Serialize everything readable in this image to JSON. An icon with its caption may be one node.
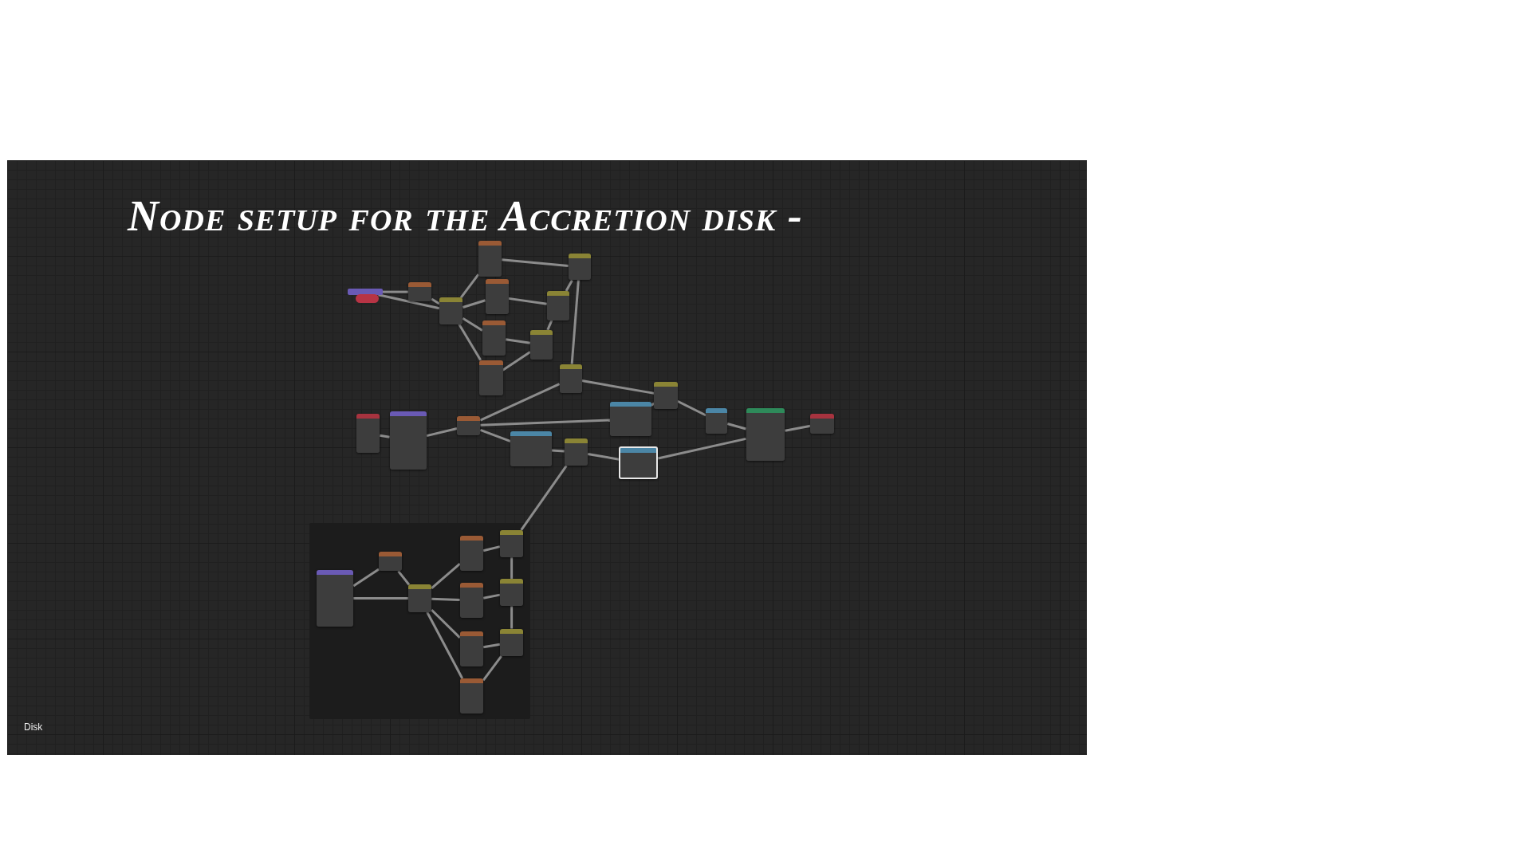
{
  "diagram": {
    "title": "Node setup for the Accretion disk -",
    "nodes": [
      {
        "text": [],
        "shape": "box"
      },
      {
        "text": [],
        "shape": "box"
      },
      {
        "text": [],
        "shape": "box"
      },
      {
        "text": [],
        "shape": "box"
      },
      {
        "text": [],
        "shape": "box"
      },
      {
        "text": [],
        "shape": "box"
      },
      {
        "text": [],
        "shape": "box"
      },
      {
        "text": [],
        "shape": "box"
      },
      {
        "text": [],
        "shape": "box"
      },
      {
        "text": [],
        "shape": "box"
      },
      {
        "text": [],
        "shape": "box"
      },
      {
        "text": [],
        "shape": "box"
      },
      {
        "text": [],
        "shape": "box"
      },
      {
        "text": [],
        "shape": "box"
      },
      {
        "text": [],
        "shape": "box"
      },
      {
        "text": [],
        "shape": "box"
      },
      {
        "text": [],
        "shape": "box"
      },
      {
        "text": [],
        "shape": "box"
      },
      {
        "text": [],
        "shape": "box"
      },
      {
        "text": [],
        "shape": "box"
      },
      {
        "text": [],
        "shape": "box"
      },
      {
        "text": [],
        "shape": "box"
      },
      {
        "text": [],
        "shape": "box"
      },
      {
        "text": [],
        "shape": "box"
      },
      {
        "text": [],
        "shape": "box",
        "in": 23
      },
      {
        "text": [],
        "shape": "box",
        "in": 23
      },
      {
        "text": [],
        "shape": "box",
        "in": 23
      },
      {
        "text": [],
        "shape": "box",
        "in": 23
      },
      {
        "text": [],
        "shape": "box",
        "in": 23
      },
      {
        "text": [],
        "shape": "box",
        "in": 23
      },
      {
        "text": [],
        "shape": "box",
        "in": 23
      },
      {
        "text": [],
        "shape": "box",
        "in": 23
      },
      {
        "text": [],
        "shape": "box",
        "in": 23
      },
      {
        "text": [],
        "shape": "box",
        "in": 23
      }
    ],
    "edges": [
      {
        "from": 0,
        "to": 2,
        "arrow": "none"
      },
      {
        "from": 0,
        "to": 3,
        "arrow": "none"
      },
      {
        "from": 2,
        "to": 3,
        "arrow": "none"
      },
      {
        "from": 3,
        "to": 4,
        "arrow": "none"
      },
      {
        "from": 3,
        "to": 5,
        "arrow": "none"
      },
      {
        "from": 3,
        "to": 6,
        "arrow": "none"
      },
      {
        "from": 3,
        "to": 7,
        "arrow": "none"
      },
      {
        "from": 4,
        "to": 8,
        "arrow": "none"
      },
      {
        "from": 5,
        "to": 9,
        "arrow": "none"
      },
      {
        "from": 6,
        "to": 10,
        "arrow": "none"
      },
      {
        "from": 7,
        "to": 10,
        "arrow": "none"
      },
      {
        "from": 9,
        "to": 8,
        "arrow": "none"
      },
      {
        "from": 10,
        "to": 9,
        "arrow": "none"
      },
      {
        "from": 8,
        "to": 11,
        "arrow": "none"
      },
      {
        "from": 14,
        "to": 11,
        "arrow": "none"
      },
      {
        "from": 11,
        "to": 16,
        "arrow": "none"
      },
      {
        "from": 12,
        "to": 13,
        "arrow": "none"
      },
      {
        "from": 13,
        "to": 14,
        "arrow": "none"
      },
      {
        "from": 14,
        "to": 15,
        "arrow": "none"
      },
      {
        "from": 14,
        "to": 17,
        "arrow": "none"
      },
      {
        "from": 15,
        "to": 16,
        "arrow": "none"
      },
      {
        "from": 17,
        "to": 18,
        "arrow": "none"
      },
      {
        "from": 31,
        "to": 18,
        "arrow": "none"
      },
      {
        "from": 18,
        "to": 19,
        "arrow": "none"
      },
      {
        "from": 16,
        "to": 20,
        "arrow": "none"
      },
      {
        "from": 20,
        "to": 21,
        "arrow": "none"
      },
      {
        "from": 19,
        "to": 21,
        "arrow": "none"
      },
      {
        "from": 21,
        "to": 22,
        "arrow": "none"
      },
      {
        "from": 24,
        "to": 25,
        "arrow": "none"
      },
      {
        "from": 24,
        "to": 26,
        "arrow": "none"
      },
      {
        "from": 25,
        "to": 26,
        "arrow": "none"
      },
      {
        "from": 26,
        "to": 27,
        "arrow": "none"
      },
      {
        "from": 26,
        "to": 28,
        "arrow": "none"
      },
      {
        "from": 26,
        "to": 29,
        "arrow": "none"
      },
      {
        "from": 26,
        "to": 30,
        "arrow": "none"
      },
      {
        "from": 27,
        "to": 31,
        "arrow": "none"
      },
      {
        "from": 28,
        "to": 32,
        "arrow": "none"
      },
      {
        "from": 29,
        "to": 33,
        "arrow": "none"
      },
      {
        "from": 30,
        "to": 33,
        "arrow": "none"
      },
      {
        "from": 32,
        "to": 31,
        "arrow": "none"
      },
      {
        "from": 33,
        "to": 32,
        "arrow": "none"
      }
    ],
    "labels": [
      "Disk"
    ]
  }
}
